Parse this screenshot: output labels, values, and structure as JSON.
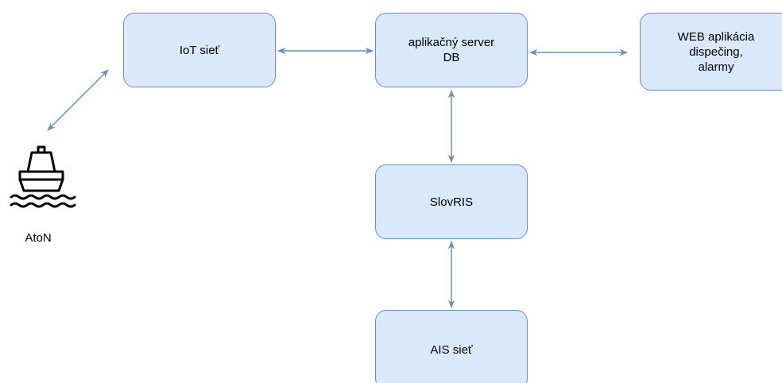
{
  "diagram": {
    "nodes": {
      "iot": {
        "lines": [
          "IoT sieť"
        ]
      },
      "app": {
        "lines": [
          "aplikačný server",
          "DB"
        ]
      },
      "web": {
        "lines": [
          "WEB aplikácia",
          "dispečing,",
          "alarmy"
        ]
      },
      "slovris": {
        "lines": [
          "SlovRIS"
        ]
      },
      "ais": {
        "lines": [
          "AIS sieť"
        ]
      }
    },
    "aton": {
      "label": "AtoN",
      "icon": "buoy-icon"
    },
    "edges": [
      {
        "from": "aton",
        "to": "iot",
        "direction": "both"
      },
      {
        "from": "iot",
        "to": "app",
        "direction": "both"
      },
      {
        "from": "app",
        "to": "web",
        "direction": "both"
      },
      {
        "from": "app",
        "to": "slovris",
        "direction": "both"
      },
      {
        "from": "slovris",
        "to": "ais",
        "direction": "both"
      }
    ],
    "colors": {
      "node_fill": "#dae8fc",
      "node_stroke": "#6c8ebf",
      "edge": "#6c8ebf",
      "icon": "#000000"
    }
  }
}
